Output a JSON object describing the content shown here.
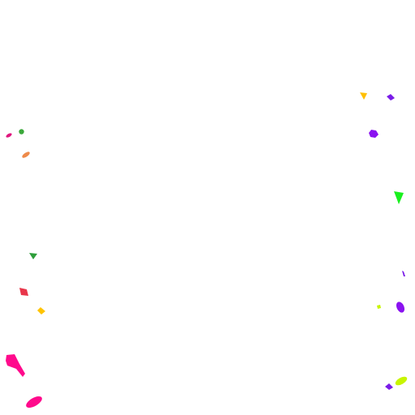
{
  "background": "#ffffff",
  "colors": {
    "pink": "#ff0a8c",
    "magenta": "#e0177e",
    "green": "#3aa83a",
    "orange": "#ee8a4a",
    "dark_green": "#2e9e3a",
    "red": "#e8364a",
    "yellow": "#ffc400",
    "gold": "#ffbf00",
    "purple": "#8a12f0",
    "violet": "#7a1ce8",
    "lime_green": "#19f01e",
    "lime": "#c8f500"
  },
  "shapes": [
    {
      "name": "pink-small-ellipse",
      "shape": "ellipse",
      "color": "magenta"
    },
    {
      "name": "green-dot",
      "shape": "circle",
      "color": "green"
    },
    {
      "name": "orange-ellipse",
      "shape": "ellipse",
      "color": "orange"
    },
    {
      "name": "dark-green-triangle",
      "shape": "triangle",
      "color": "dark_green"
    },
    {
      "name": "red-diamond",
      "shape": "polygon",
      "color": "red"
    },
    {
      "name": "yellow-diamond",
      "shape": "polygon",
      "color": "yellow"
    },
    {
      "name": "pink-kite",
      "shape": "polygon",
      "color": "pink"
    },
    {
      "name": "pink-ellipse",
      "shape": "ellipse",
      "color": "pink"
    },
    {
      "name": "gold-triangle",
      "shape": "triangle",
      "color": "gold"
    },
    {
      "name": "purple-quad-top",
      "shape": "polygon",
      "color": "violet"
    },
    {
      "name": "purple-hexagon",
      "shape": "polygon",
      "color": "purple"
    },
    {
      "name": "lime-green-triangle",
      "shape": "triangle",
      "color": "lime_green"
    },
    {
      "name": "purple-sliver",
      "shape": "polygon",
      "color": "violet"
    },
    {
      "name": "lime-dot",
      "shape": "polygon",
      "color": "lime"
    },
    {
      "name": "purple-oval",
      "shape": "ellipse",
      "color": "purple"
    },
    {
      "name": "lime-ellipse",
      "shape": "ellipse",
      "color": "lime"
    },
    {
      "name": "purple-quad-bottom",
      "shape": "polygon",
      "color": "violet"
    }
  ]
}
